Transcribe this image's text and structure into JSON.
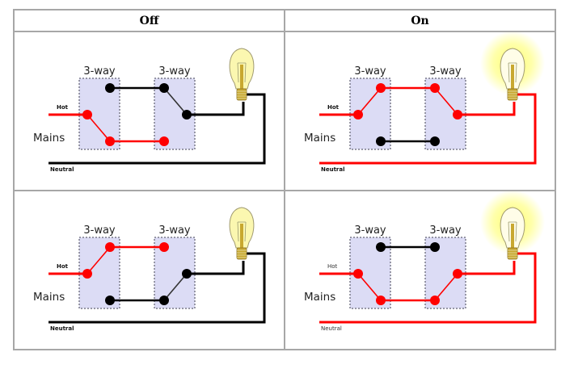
{
  "table": {
    "headers": [
      "Off",
      "On"
    ]
  },
  "labels": {
    "switch": "3-way",
    "hot": "Hot",
    "mains": "Mains",
    "neutral": "Neutral"
  },
  "colors": {
    "live": "#ff0000",
    "dead": "#000000",
    "switch_box": "#dcdcf5",
    "switch_border": "#7a7a8a",
    "bulb_off": "#fbf7b0",
    "bulb_glow": "#ffff66",
    "bulb_base": "#c8a830"
  },
  "cells": [
    {
      "id": "off-top",
      "column": "Off",
      "lamp_on": false,
      "switch1": "down",
      "switch2": "up",
      "traveler_top_live": false,
      "traveler_bottom_live": true
    },
    {
      "id": "on-top",
      "column": "On",
      "lamp_on": true,
      "switch1": "up",
      "switch2": "up",
      "traveler_top_live": true,
      "traveler_bottom_live": false
    },
    {
      "id": "off-bottom",
      "column": "Off",
      "lamp_on": false,
      "switch1": "up",
      "switch2": "down",
      "traveler_top_live": true,
      "traveler_bottom_live": false
    },
    {
      "id": "on-bottom",
      "column": "On",
      "lamp_on": true,
      "switch1": "down",
      "switch2": "down",
      "traveler_top_live": false,
      "traveler_bottom_live": true
    }
  ]
}
